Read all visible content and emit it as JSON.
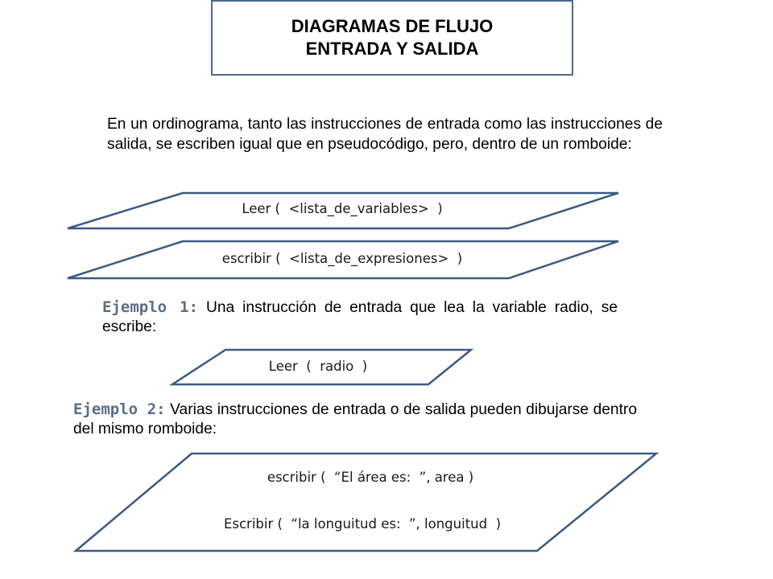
{
  "title": {
    "line1": "DIAGRAMAS DE FLUJO",
    "line2": "ENTRADA Y SALIDA"
  },
  "intro_text": "En un ordinograma, tanto las instrucciones de entrada como las instrucciones de salida, se escriben igual que en pseudocódigo, pero, dentro de un romboide:",
  "shapes": {
    "leer_general": "Leer (  <lista_de_variables>  )",
    "escribir_general": "escribir (  <lista_de_expresiones>  )",
    "leer_radio": "Leer  (  radio  )",
    "escribir_area": "escribir (  “El área es:  ”, area )",
    "escribir_longitud": "Escribir (  “la longuitud es:  ”, longuitud  )"
  },
  "example1": {
    "label": "Ejemplo 1:",
    "text": " Una instrucción de entrada que lea la variable radio, se escribe:"
  },
  "example2": {
    "label": "Ejemplo 2:",
    "text": " Varias instrucciones de entrada o de salida pueden dibujarse dentro del mismo romboide:"
  },
  "colors": {
    "shape_stroke": "#3b5b82",
    "label_color": "#5a6e84"
  }
}
